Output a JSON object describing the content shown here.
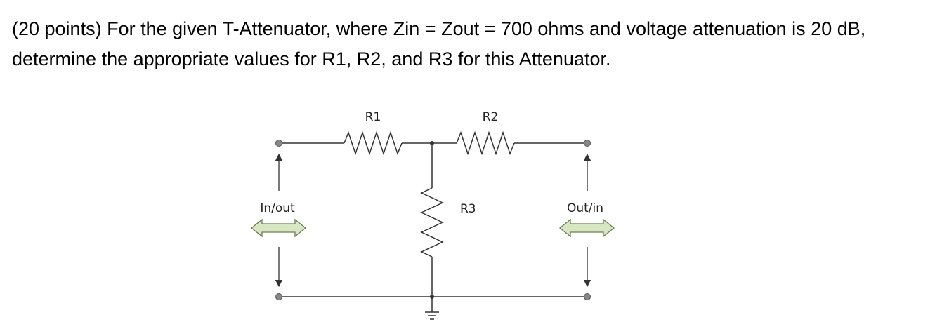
{
  "question": {
    "text": "(20 points) For the given T-Attenuator, where Zin = Zout = 700 ohms and voltage attenuation is 20 dB, determine the appropriate values for R1, R2, and R3 for this Attenuator."
  },
  "circuit": {
    "labels": {
      "r1": "R1",
      "r2": "R2",
      "r3": "R3",
      "left_port": "In/out",
      "right_port": "Out/in"
    },
    "colors": {
      "wire": "#333333",
      "node": "#888888",
      "arrow_fill": "#d8e6c2",
      "arrow_stroke": "#6b7f55"
    },
    "icons": {
      "ground": "ground-symbol-icon",
      "bidirectional": "double-headed-arrow-icon"
    }
  }
}
